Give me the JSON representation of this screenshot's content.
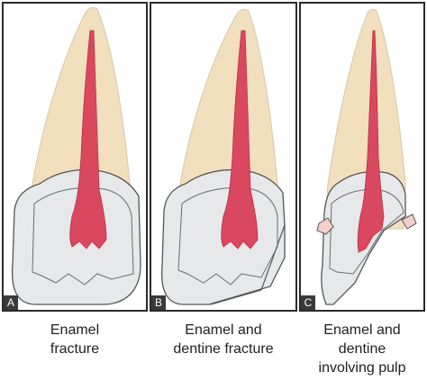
{
  "colors": {
    "frame": "#2b2b2b",
    "root": "#f1dfbe",
    "crown": "#e7e8ea",
    "pulp": "#d9485f",
    "outline": "#444444",
    "label_bg": "#3a3a3a",
    "label_text": "#ffffff"
  },
  "panels": [
    {
      "letter": "A",
      "caption": [
        "Enamel",
        "fracture"
      ]
    },
    {
      "letter": "B",
      "caption": [
        "Enamel and",
        "dentine fracture"
      ]
    },
    {
      "letter": "C",
      "caption": [
        "Enamel and",
        "dentine",
        "involving pulp"
      ]
    }
  ]
}
